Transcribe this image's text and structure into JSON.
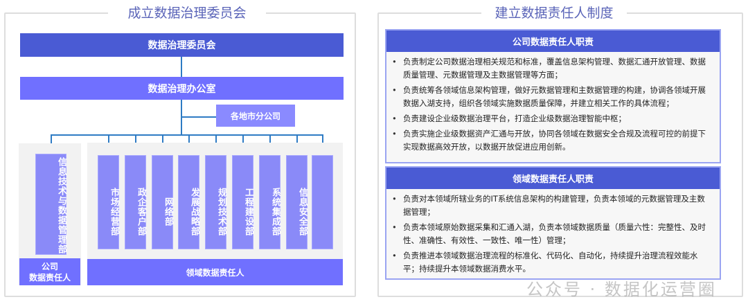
{
  "left": {
    "title": "成立数据治理委员会",
    "committee": "数据治理委员会",
    "office": "数据治理办公室",
    "branch": "各地市分公司",
    "company_dept": "信息技术与数据管理部",
    "company_label": "公司\n数据责任人",
    "domain_depts": [
      "市场经营部",
      "政企客户部",
      "网络部",
      "发展战略部",
      "规划技术部",
      "工程建设部",
      "系统集成部",
      "信息安全部",
      ""
    ],
    "domain_label": "领域数据责任人"
  },
  "right": {
    "title": "建立数据责任人制度",
    "cards": [
      {
        "title": "公司数据责任人职责",
        "items": [
          "负责制定公司数据治理相关规范和标准，覆盖信息架构管理、数据汇通开放管理、数据质量管理、元数据管理及主数据管理等方面；",
          "负责统筹各领域信息架构管理，做好元数据管理和主数据管理的构建，协调各领域开展数据入湖支持，组织各领域实施数据质量保障，并建立相关工作的具体流程；",
          "负责建设企业级数据治理平台，打造企业级数据治理智能中枢；",
          "负责实施企业级数据资产汇通与开放，协同各领域在数据安全合规及流程可控的前提下实现数据高效开放，以数据开放促进应用创新。"
        ]
      },
      {
        "title": "领域数据责任人职责",
        "items": [
          "负责对本领域所辖业务的IT系统信息架构的构建管理，负责本领域的元数据管理及主数据管理；",
          "负责本领域原始数据采集和汇通入湖，负责本领域数据质量（质量六性：完整性、及时性、准确性、有效性、一致性、唯一性）管理；",
          "负责推进本领域数据治理流程的标准化、代码化、自动化，持续提升治理流程效能水平；持续提升本领域数据消费水平。"
        ]
      }
    ]
  },
  "watermark": "公众号 · 数据化运营圈"
}
